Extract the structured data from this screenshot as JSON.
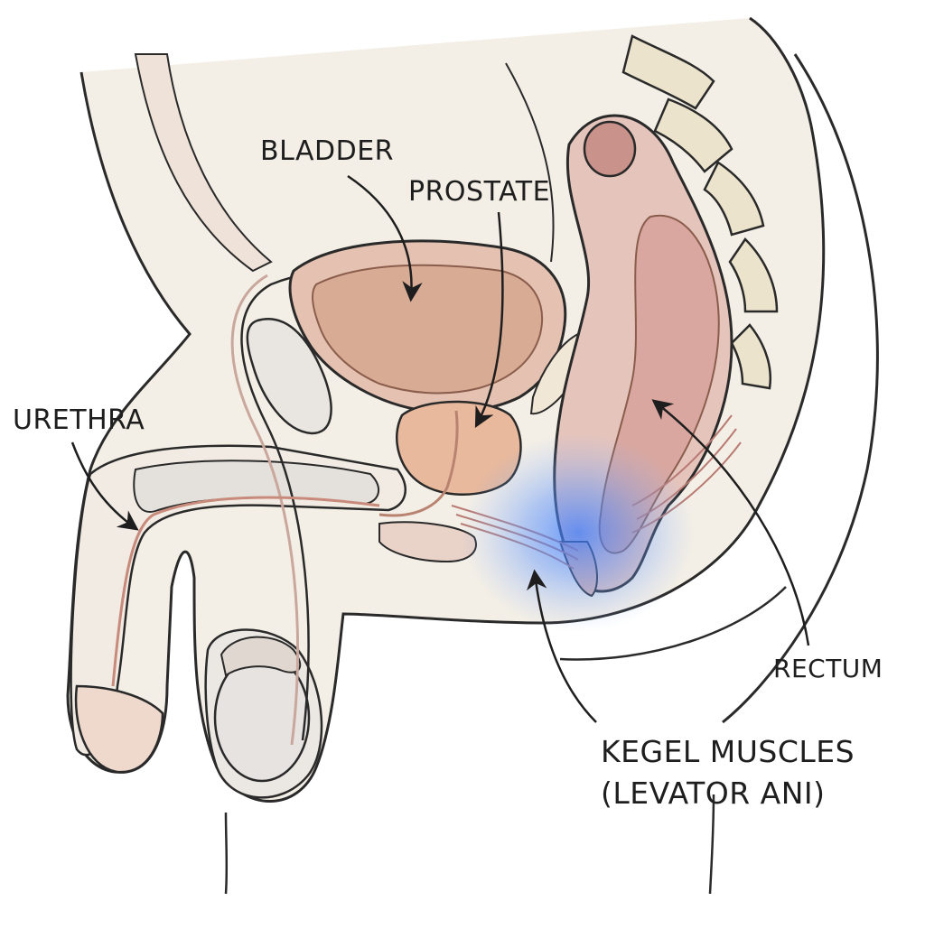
{
  "labels": {
    "bladder": "BLADDER",
    "prostate": "PROSTATE",
    "urethra": "URETHRA",
    "rectum": "RECTUM",
    "kegel_line1": "KEGEL MUSCLES",
    "kegel_line2": "(LEVATOR ANI)"
  },
  "colors": {
    "outline": "#2a2a2a",
    "skin": "#f4efe6",
    "tissue": "#e8c9bd",
    "bladder": "#ddb4a0",
    "prostate": "#e6b79b",
    "rectum": "#d7a39c",
    "bone": "#ece3cc",
    "muscle": "#c98f86",
    "testis": "#e4e2df",
    "highlight": "#3a7bff"
  }
}
